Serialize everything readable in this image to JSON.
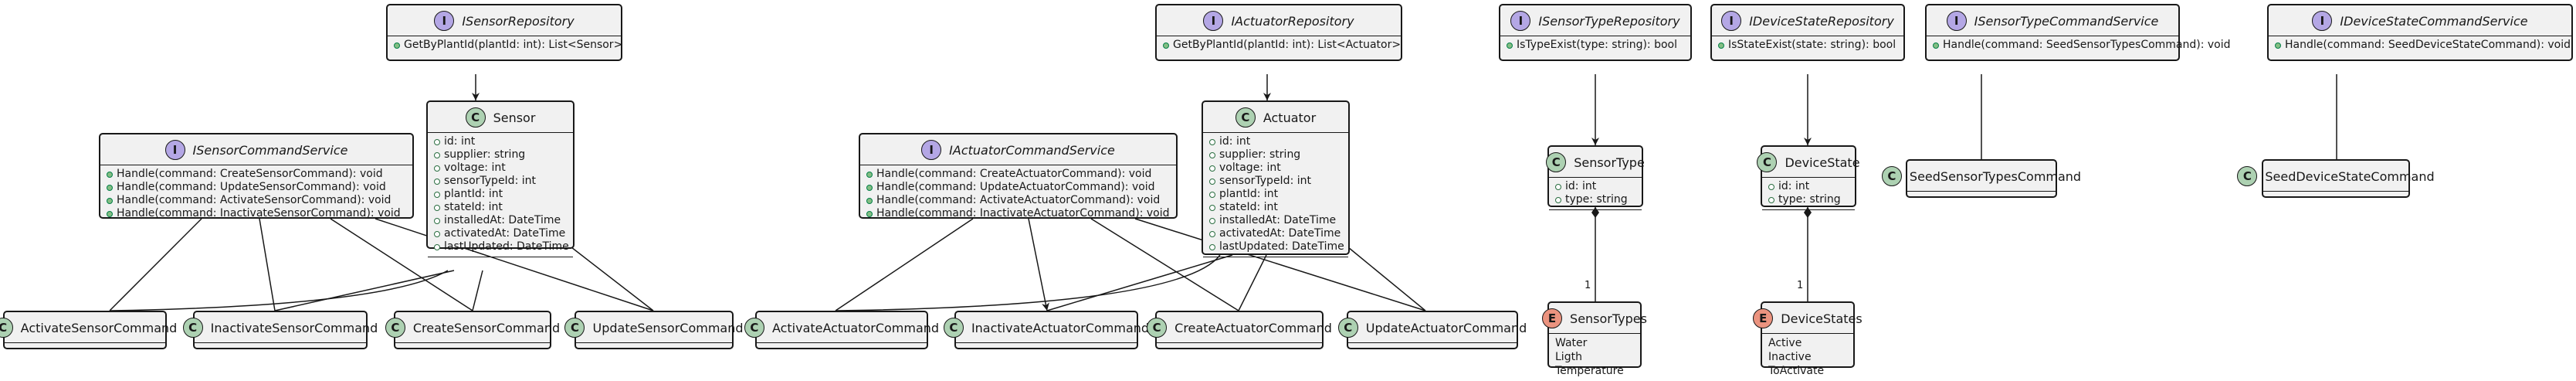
{
  "sensor_repository": {
    "name": "ISensorRepository",
    "badge": "I",
    "methods": [
      "GetByPlantId(plantId: int): List<Sensor>"
    ]
  },
  "actuator_repository": {
    "name": "IActuatorRepository",
    "badge": "I",
    "methods": [
      "GetByPlantId(plantId: int): List<Actuator>"
    ]
  },
  "sensor_type_repository": {
    "name": "ISensorTypeRepository",
    "badge": "I",
    "methods": [
      "IsTypeExist(type: string): bool"
    ]
  },
  "device_state_repository": {
    "name": "IDeviceStateRepository",
    "badge": "I",
    "methods": [
      "IsStateExist(state: string): bool"
    ]
  },
  "sensor_type_command_service": {
    "name": "ISensorTypeCommandService",
    "badge": "I",
    "methods": [
      "Handle(command: SeedSensorTypesCommand): void"
    ]
  },
  "device_state_command_service": {
    "name": "IDeviceStateCommandService",
    "badge": "I",
    "methods": [
      "Handle(command: SeedDeviceStateCommand): void"
    ]
  },
  "sensor_command_service": {
    "name": "ISensorCommandService",
    "badge": "I",
    "methods": [
      "Handle(command: CreateSensorCommand): void",
      "Handle(command: UpdateSensorCommand): void",
      "Handle(command: ActivateSensorCommand): void",
      "Handle(command: InactivateSensorCommand): void"
    ]
  },
  "actuator_command_service": {
    "name": "IActuatorCommandService",
    "badge": "I",
    "methods": [
      "Handle(command: CreateActuatorCommand): void",
      "Handle(command: UpdateActuatorCommand): void",
      "Handle(command: ActivateActuatorCommand): void",
      "Handle(command: InactivateActuatorCommand): void"
    ]
  },
  "sensor": {
    "name": "Sensor",
    "badge": "C",
    "fields": [
      "id: int",
      "supplier: string",
      "voltage: int",
      "sensorTypeId: int",
      "plantId: int",
      "stateId: int",
      "installedAt: DateTime",
      "activatedAt: DateTime",
      "lastUpdated: DateTime"
    ]
  },
  "actuator": {
    "name": "Actuator",
    "badge": "C",
    "fields": [
      "id: int",
      "supplier: string",
      "voltage: int",
      "sensorTypeId: int",
      "plantId: int",
      "stateId: int",
      "installedAt: DateTime",
      "activatedAt: DateTime",
      "lastUpdated: DateTime"
    ]
  },
  "sensor_type": {
    "name": "SensorType",
    "badge": "C",
    "fields": [
      "id: int",
      "type: string"
    ]
  },
  "device_state": {
    "name": "DeviceState",
    "badge": "C",
    "fields": [
      "id: int",
      "type: string"
    ]
  },
  "sensor_types_enum": {
    "name": "SensorTypes",
    "badge": "E",
    "values": [
      "Water",
      "Ligth",
      "Temperature"
    ]
  },
  "device_states_enum": {
    "name": "DeviceStates",
    "badge": "E",
    "values": [
      "Active",
      "Inactive",
      "ToActivate"
    ]
  },
  "seed_sensor_types_command": {
    "name": "SeedSensorTypesCommand",
    "badge": "C"
  },
  "seed_device_state_command": {
    "name": "SeedDeviceStateCommand",
    "badge": "C"
  },
  "activate_sensor_command": {
    "name": "ActivateSensorCommand",
    "badge": "C"
  },
  "inactivate_sensor_command": {
    "name": "InactivateSensorCommand",
    "badge": "C"
  },
  "create_sensor_command": {
    "name": "CreateSensorCommand",
    "badge": "C"
  },
  "update_sensor_command": {
    "name": "UpdateSensorCommand",
    "badge": "C"
  },
  "activate_actuator_command": {
    "name": "ActivateActuatorCommand",
    "badge": "C"
  },
  "inactivate_actuator_command": {
    "name": "InactivateActuatorCommand",
    "badge": "C"
  },
  "create_actuator_command": {
    "name": "CreateActuatorCommand",
    "badge": "C"
  },
  "update_actuator_command": {
    "name": "UpdateActuatorCommand",
    "badge": "C"
  },
  "multiplicity": {
    "sensor_types": "1",
    "device_states": "1"
  }
}
